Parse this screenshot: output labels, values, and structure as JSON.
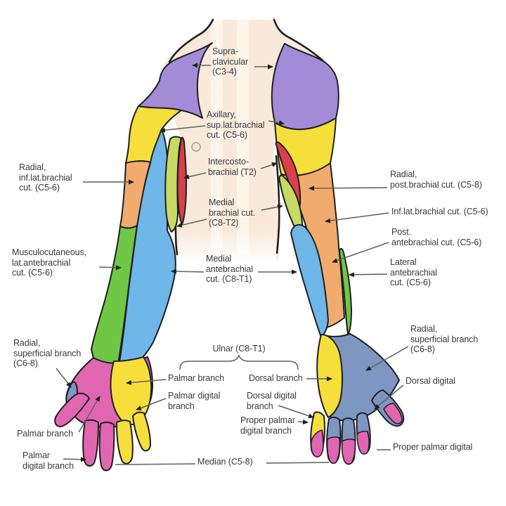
{
  "labels": {
    "supraclavicular": "Supra-\nclavicular\n(C3-4)",
    "axillary": "Axillary,\nsup.lat.brachial\ncut. (C5-6)",
    "intercostobrachial": "Intercosto-\nbrachial (T2)",
    "medial_brachial": "Medial\nbrachial cut.\n(C8-T2)",
    "medial_antebrachial": "Medial\nantebrachial\ncut. (C8-T1)",
    "radial_inf_lat_brachial": "Radial,\ninf.lat.brachial\ncut. (C5-6)",
    "musculocutaneous": "Musculocutaneous,\nlat.antebrachial\ncut. (C5-6)",
    "radial_superficial_left": "Radial,\nsuperficial branch\n(C6-8)",
    "palmar_branch_left": "Palmar branch",
    "palmar_digital_left": "Palmar\ndigital branch",
    "ulnar": "Ulnar (C8-T1)",
    "palmar_branch": "Palmar branch",
    "dorsal_branch": "Dorsal branch",
    "palmar_digital_branch": "Palmar digital\nbranch",
    "dorsal_digital_branch": "Dorsal digital\nbranch",
    "proper_palmar_digital_branch": "Proper palmar\ndigital branch",
    "median": "Median (C5-8)",
    "radial_post_brachial": "Radial,\npost.brachial cut. (C5-8)",
    "inf_lat_brachial_right": "Inf.lat.brachial cut. (C5-6)",
    "post_antebrachial": "Post.\nantebrachial cut. (C5-6)",
    "lateral_antebrachial": "Lateral\nantebrachial\ncut. (C5-6)",
    "radial_superficial_right": "Radial,\nsuperficial branch\n(C6-8)",
    "dorsal_digital": "Dorsal digital",
    "proper_palmar_digital": "Proper palmar digital"
  },
  "colors": {
    "skin": "#f8e9da",
    "spine_stripe": "#fdf5ea",
    "supraclavicular": "#a38bd7",
    "axillary": "#f6df3a",
    "intercostobrachial": "#d8414a",
    "medial_brachial": "#c8d964",
    "medial_antebrachial": "#6fb6e9",
    "radial": "#f2ab6e",
    "musculocutaneous_lateral": "#6fc746",
    "median_palm": "#e066b2",
    "radial_superficial_hand": "#7e97c2",
    "outline": "#1f1f1f",
    "leader": "#5f5f5f",
    "text": "#3a3a3a"
  }
}
